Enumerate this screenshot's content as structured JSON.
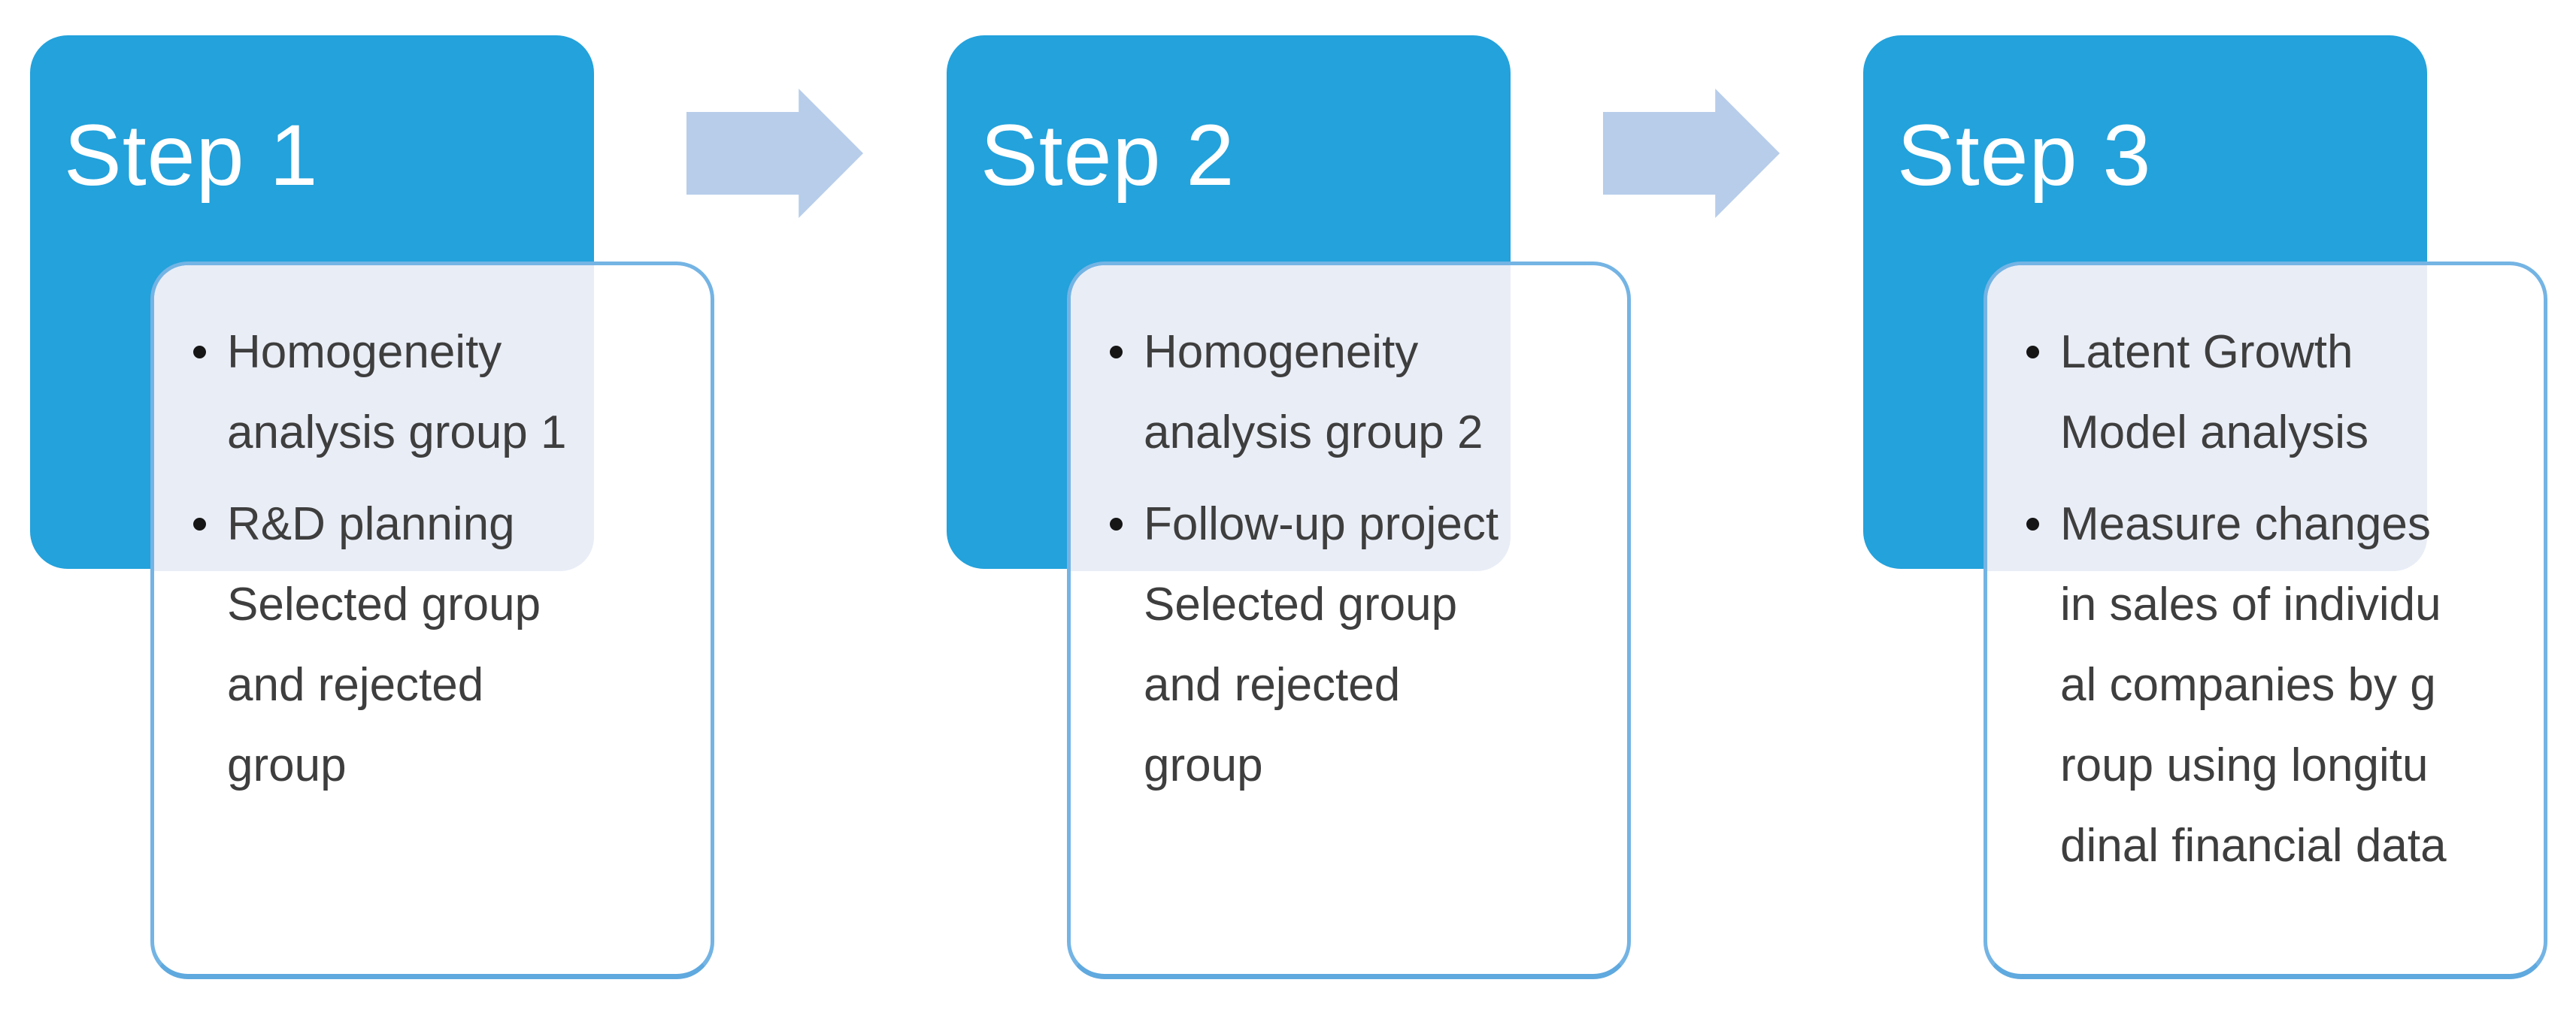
{
  "diagram": {
    "type": "process-flow",
    "steps": [
      {
        "title": "Step 1",
        "bullets": [
          "Homogeneity\nanalysis group 1",
          "R&D planning\nSelected group\nand rejected\ngroup"
        ]
      },
      {
        "title": "Step 2",
        "bullets": [
          "Homogeneity\nanalysis group 2",
          "Follow-up project\nSelected group\nand rejected\ngroup"
        ]
      },
      {
        "title": "Step 3",
        "bullets": [
          "Latent Growth\nModel analysis",
          "Measure changes\nin sales of individu\nal companies by g\nroup using longitu\ndinal financial data"
        ]
      }
    ],
    "colors": {
      "header_blue": "#23A2DC",
      "arrow_blue": "#B7CDEA",
      "card_border_blue": "#74B4E4",
      "card_overlap_tint": "#E9EDF6",
      "body_text": "#3E3E3E",
      "step_title_text": "#FFFFFF"
    }
  }
}
